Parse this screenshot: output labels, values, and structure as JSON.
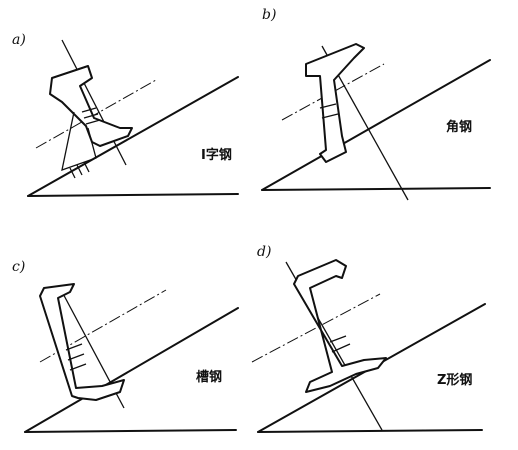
{
  "panels": [
    {
      "label": "a)",
      "caption": "I字钢"
    },
    {
      "label": "b)",
      "caption": "角钢"
    },
    {
      "label": "c)",
      "caption": "槽钢"
    },
    {
      "label": "d)",
      "caption": "Z形钢"
    }
  ]
}
